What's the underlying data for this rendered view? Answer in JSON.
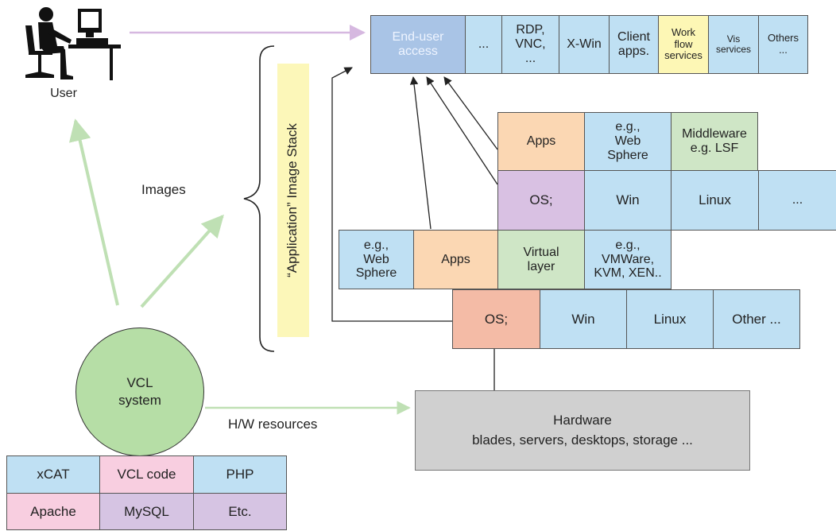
{
  "user": {
    "label": "User"
  },
  "labels": {
    "images": "Images",
    "hw_resources": "H/W resources",
    "image_stack": "“Application” Image Stack"
  },
  "vcl": {
    "label": "VCL\nsystem"
  },
  "top_row": [
    "End-user\naccess",
    "...",
    "RDP,\nVNC,\n...",
    "X-Win",
    "Client\napps.",
    "Work\nflow\nservices",
    "Vis\nservices",
    "Others\n..."
  ],
  "upper_stack": {
    "apps": "Apps",
    "websphere": "e.g.,\nWeb\nSphere",
    "middleware": "Middleware\ne.g. LSF",
    "os": "OS;",
    "win": "Win",
    "linux": "Linux",
    "more": "..."
  },
  "lower_stack": {
    "websphere": "e.g.,\nWeb\nSphere",
    "apps": "Apps",
    "virtual": "Virtual\nlayer",
    "vmware": "e.g.,\nVMWare,\nKVM, XEN..",
    "os": "OS;",
    "win": "Win",
    "linux": "Linux",
    "other": "Other ..."
  },
  "hardware": {
    "label": "Hardware\nblades, servers, desktops, storage ..."
  },
  "components": {
    "row1": [
      "xCAT",
      "VCL code",
      "PHP"
    ],
    "row2": [
      "Apache",
      "MySQL",
      "Etc."
    ]
  }
}
